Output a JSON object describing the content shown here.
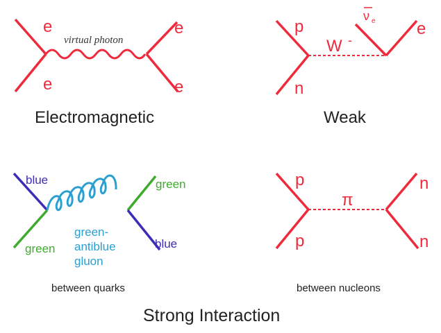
{
  "colors": {
    "red": "#ee2a3c",
    "blue": "#3b2db6",
    "green": "#3faa2e",
    "cyan": "#2a9fd0",
    "text": "#222222"
  },
  "electromagnetic": {
    "title": "Electromagnetic",
    "boson_label": "virtual photon",
    "in_top": "e",
    "in_bottom": "e",
    "out_top": "e",
    "out_bottom": "e"
  },
  "weak": {
    "title": "Weak",
    "boson_label": "W",
    "boson_charge": "-",
    "in_top": "p",
    "in_bottom": "n",
    "out_top": "e",
    "antineutrino": "ν",
    "antineutrino_sub": "e"
  },
  "strong_quarks": {
    "caption": "between quarks",
    "top_left": "blue",
    "bottom_left": "green",
    "top_right": "green",
    "bottom_right": "blue",
    "gluon_line1": "green-",
    "gluon_line2": "antiblue",
    "gluon_line3": "gluon"
  },
  "strong_nucleons": {
    "caption": "between nucleons",
    "boson_label": "π",
    "in_top": "p",
    "in_bottom": "p",
    "out_top": "n",
    "out_bottom": "n"
  },
  "footer": {
    "title": "Strong Interaction"
  }
}
